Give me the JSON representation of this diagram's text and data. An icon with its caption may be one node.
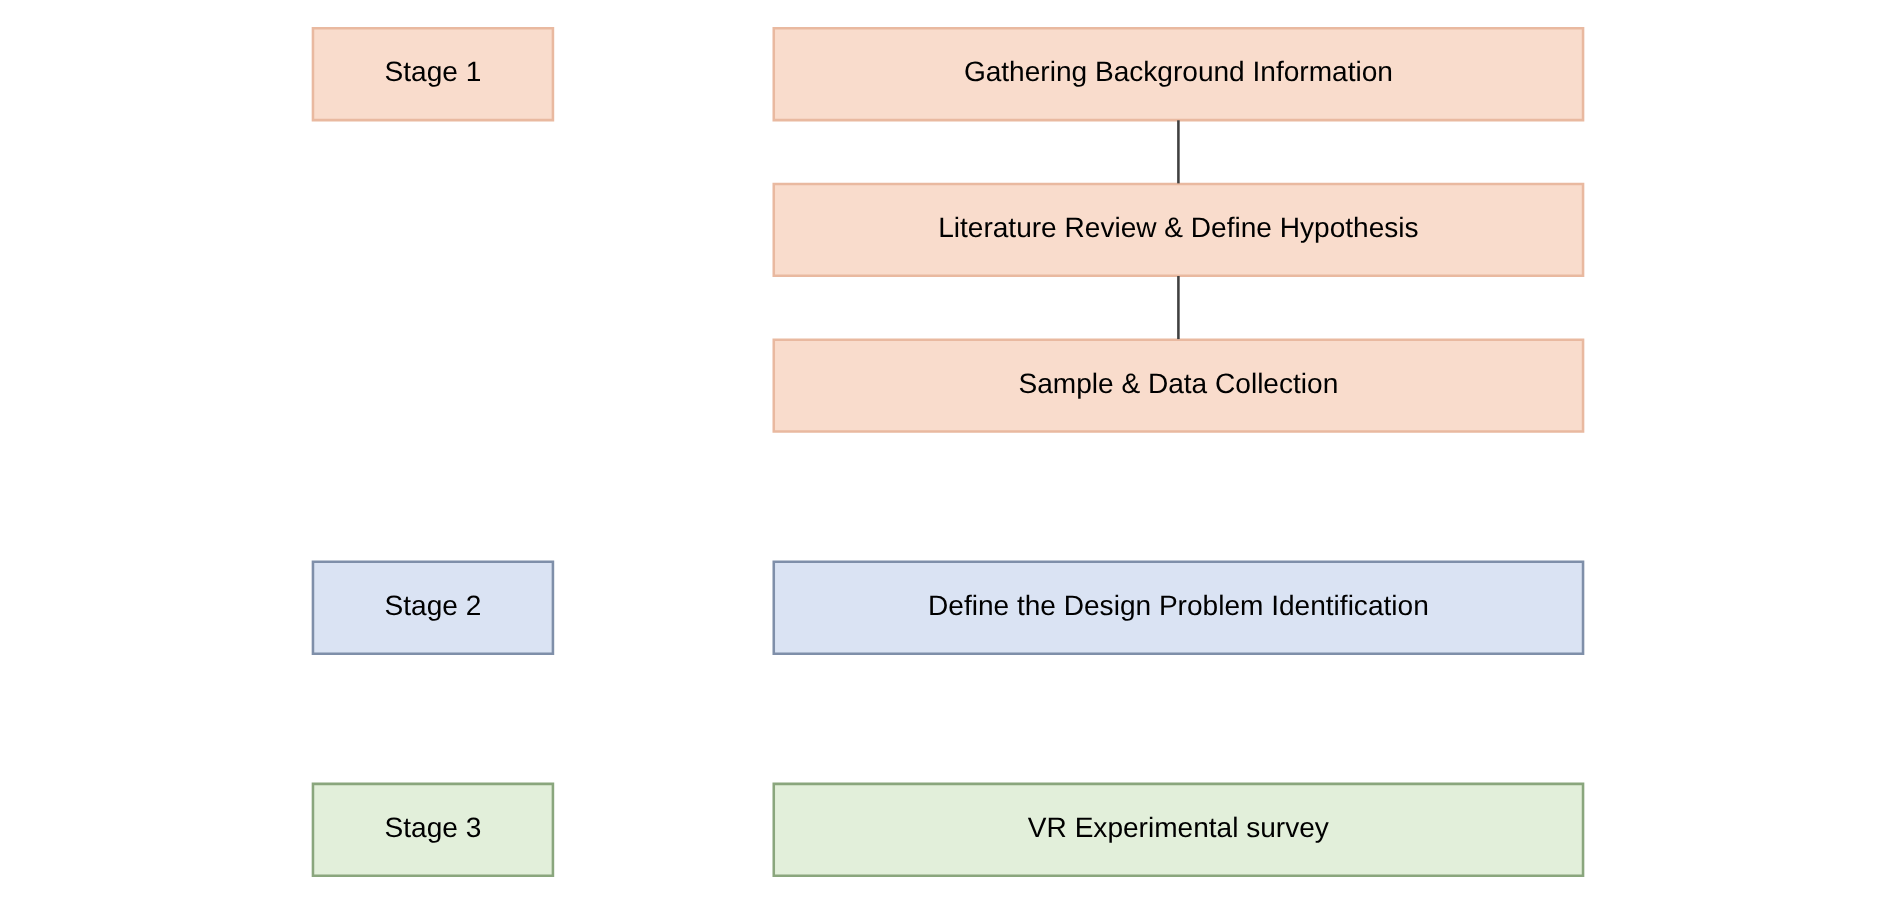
{
  "diagram": {
    "nodes": [
      {
        "text": [
          "Stage 1"
        ]
      },
      {
        "text": [
          "Gathering Background Information"
        ]
      },
      {
        "text": [
          "Literature Review & Define Hypothesis"
        ]
      },
      {
        "text": [
          "Sample & Data Collection"
        ]
      },
      {
        "text": [
          "Stage 2"
        ]
      },
      {
        "text": [
          "Define the Design Problem Identification"
        ]
      },
      {
        "text": [
          "Stage 3"
        ]
      },
      {
        "text": [
          "VR Experimental survey"
        ]
      }
    ],
    "edges": [
      {
        "from": 1,
        "to": 2,
        "arrow": "none"
      },
      {
        "from": 2,
        "to": 3,
        "arrow": "none"
      }
    ]
  }
}
